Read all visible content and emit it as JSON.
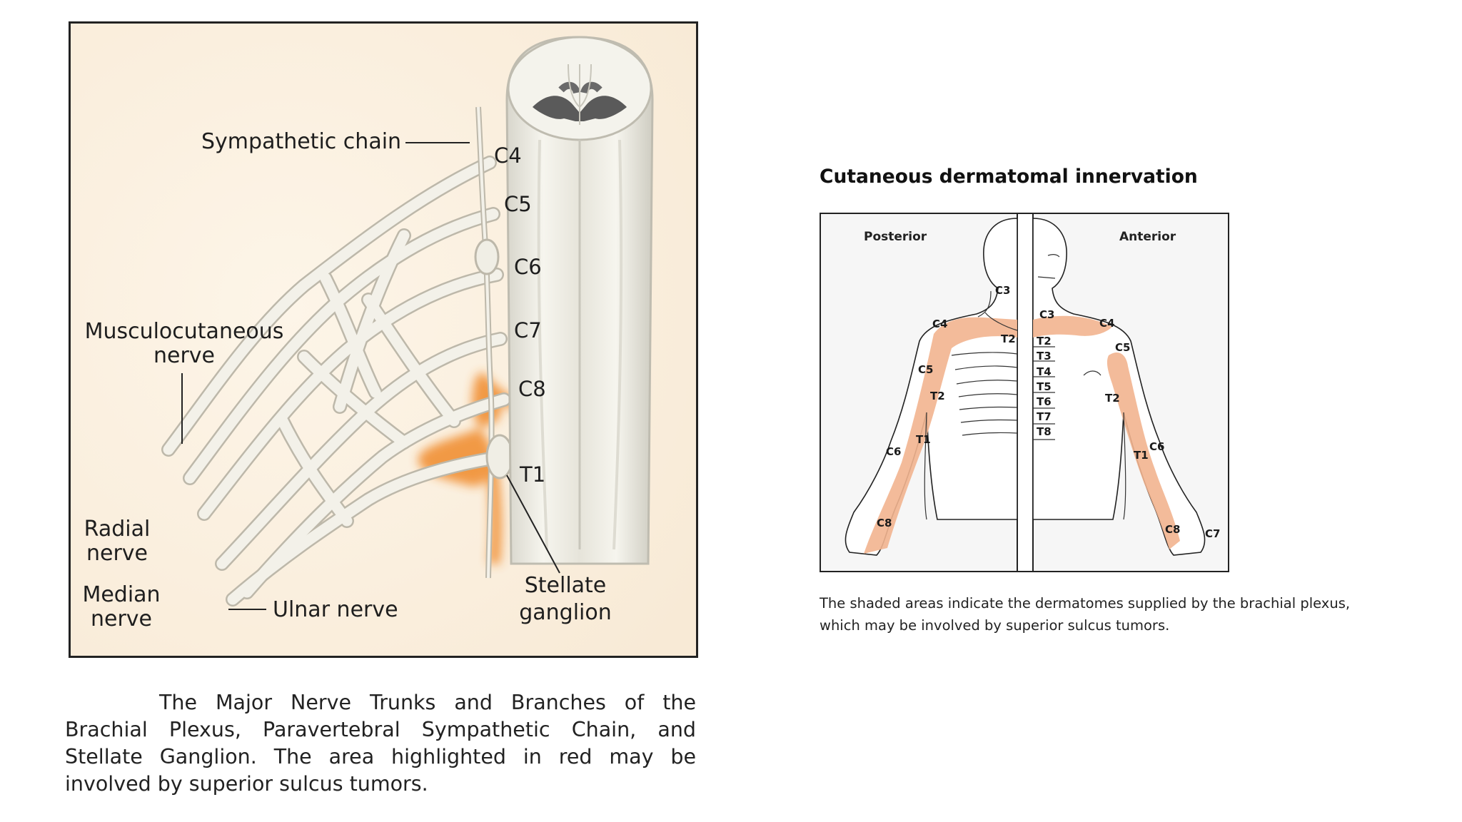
{
  "plexus_figure": {
    "labels": {
      "sympathetic_chain": "Sympathetic chain",
      "musculocutaneous_line1": "Musculocutaneous",
      "musculocutaneous_line2": "nerve",
      "radial_line1": "Radial",
      "radial_line2": "nerve",
      "median_line1": "Median",
      "median_line2": "nerve",
      "ulnar": "Ulnar nerve",
      "stellate_line1": "Stellate",
      "stellate_line2": "ganglion"
    },
    "levels": [
      "C4",
      "C5",
      "C6",
      "C7",
      "C8",
      "T1"
    ],
    "caption": "The Major Nerve Trunks and Branches of the Brachial Plexus, Paravertebral Sympathetic Chain, and Stellate Ganglion. The area highlighted in red may be involved by superior sulcus tumors."
  },
  "dermatome_figure": {
    "title": "Cutaneous dermatomal innervation",
    "posterior_label": "Posterior",
    "anterior_label": "Anterior",
    "posterior_levels": [
      "C3",
      "C4",
      "T2",
      "C5",
      "T2",
      "T1",
      "C6",
      "C8"
    ],
    "anterior_levels": [
      "C3",
      "C4",
      "T2",
      "T3",
      "C5",
      "T4",
      "T5",
      "T6",
      "T7",
      "T8",
      "T2",
      "T1",
      "C6",
      "C8",
      "C7"
    ],
    "caption": "The shaded areas indicate the dermatomes supplied by the brachial plexus, which may be involved by superior sulcus tumors.",
    "shade_color": "#f2b48f"
  },
  "colors": {
    "illustration_background": "#fcf2e2",
    "highlight": "#f08a2a"
  }
}
